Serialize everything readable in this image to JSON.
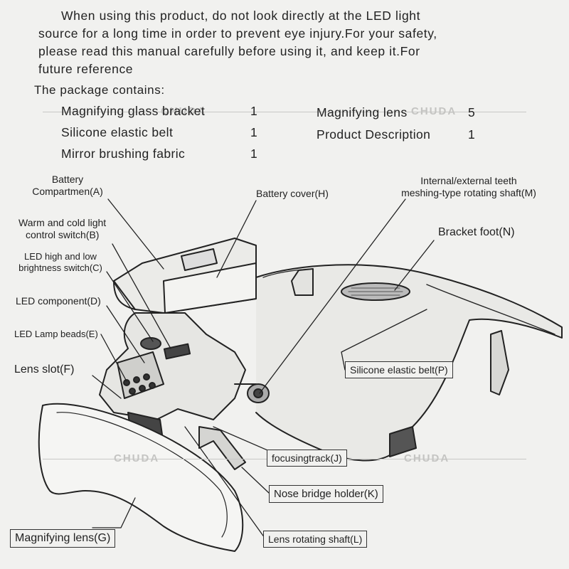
{
  "intro": {
    "line1": "When using this product, do not look directly at the LED light",
    "line2": "source for a long time in order to prevent eye injury.For your safety,",
    "line3": "please read this manual carefully before using it, and keep it.For",
    "line4": "future reference"
  },
  "package": {
    "title": "The package contains:",
    "items_left": [
      {
        "name": "Magnifying glass bracket",
        "qty": "1"
      },
      {
        "name": "Silicone elastic belt",
        "qty": "1"
      },
      {
        "name": "Mirror brushing fabric",
        "qty": "1"
      }
    ],
    "items_right": [
      {
        "name": "Magnifying lens",
        "qty": "5"
      },
      {
        "name": "Product Description",
        "qty": "1"
      }
    ]
  },
  "watermark": "CHUDA",
  "labels": {
    "A_line1": "Battery",
    "A_line2": "Compartmen(A)",
    "B_line1": "Warm and cold light",
    "B_line2": "control switch(B)",
    "C_line1": "LED high and low",
    "C_line2": "brightness switch(C)",
    "D": "LED component(D)",
    "E": "LED Lamp beads(E)",
    "F": "Lens slot(F)",
    "G": "Magnifying lens(G)",
    "H": "Battery cover(H)",
    "J": "focusingtrack(J)",
    "K": "Nose bridge holder(K)",
    "L": "Lens rotating shaft(L)",
    "M_line1": "Internal/external teeth",
    "M_line2": "meshing-type rotating shaft(M)",
    "N": "Bracket foot(N)",
    "P": "Silicone elastic belt(P)"
  }
}
